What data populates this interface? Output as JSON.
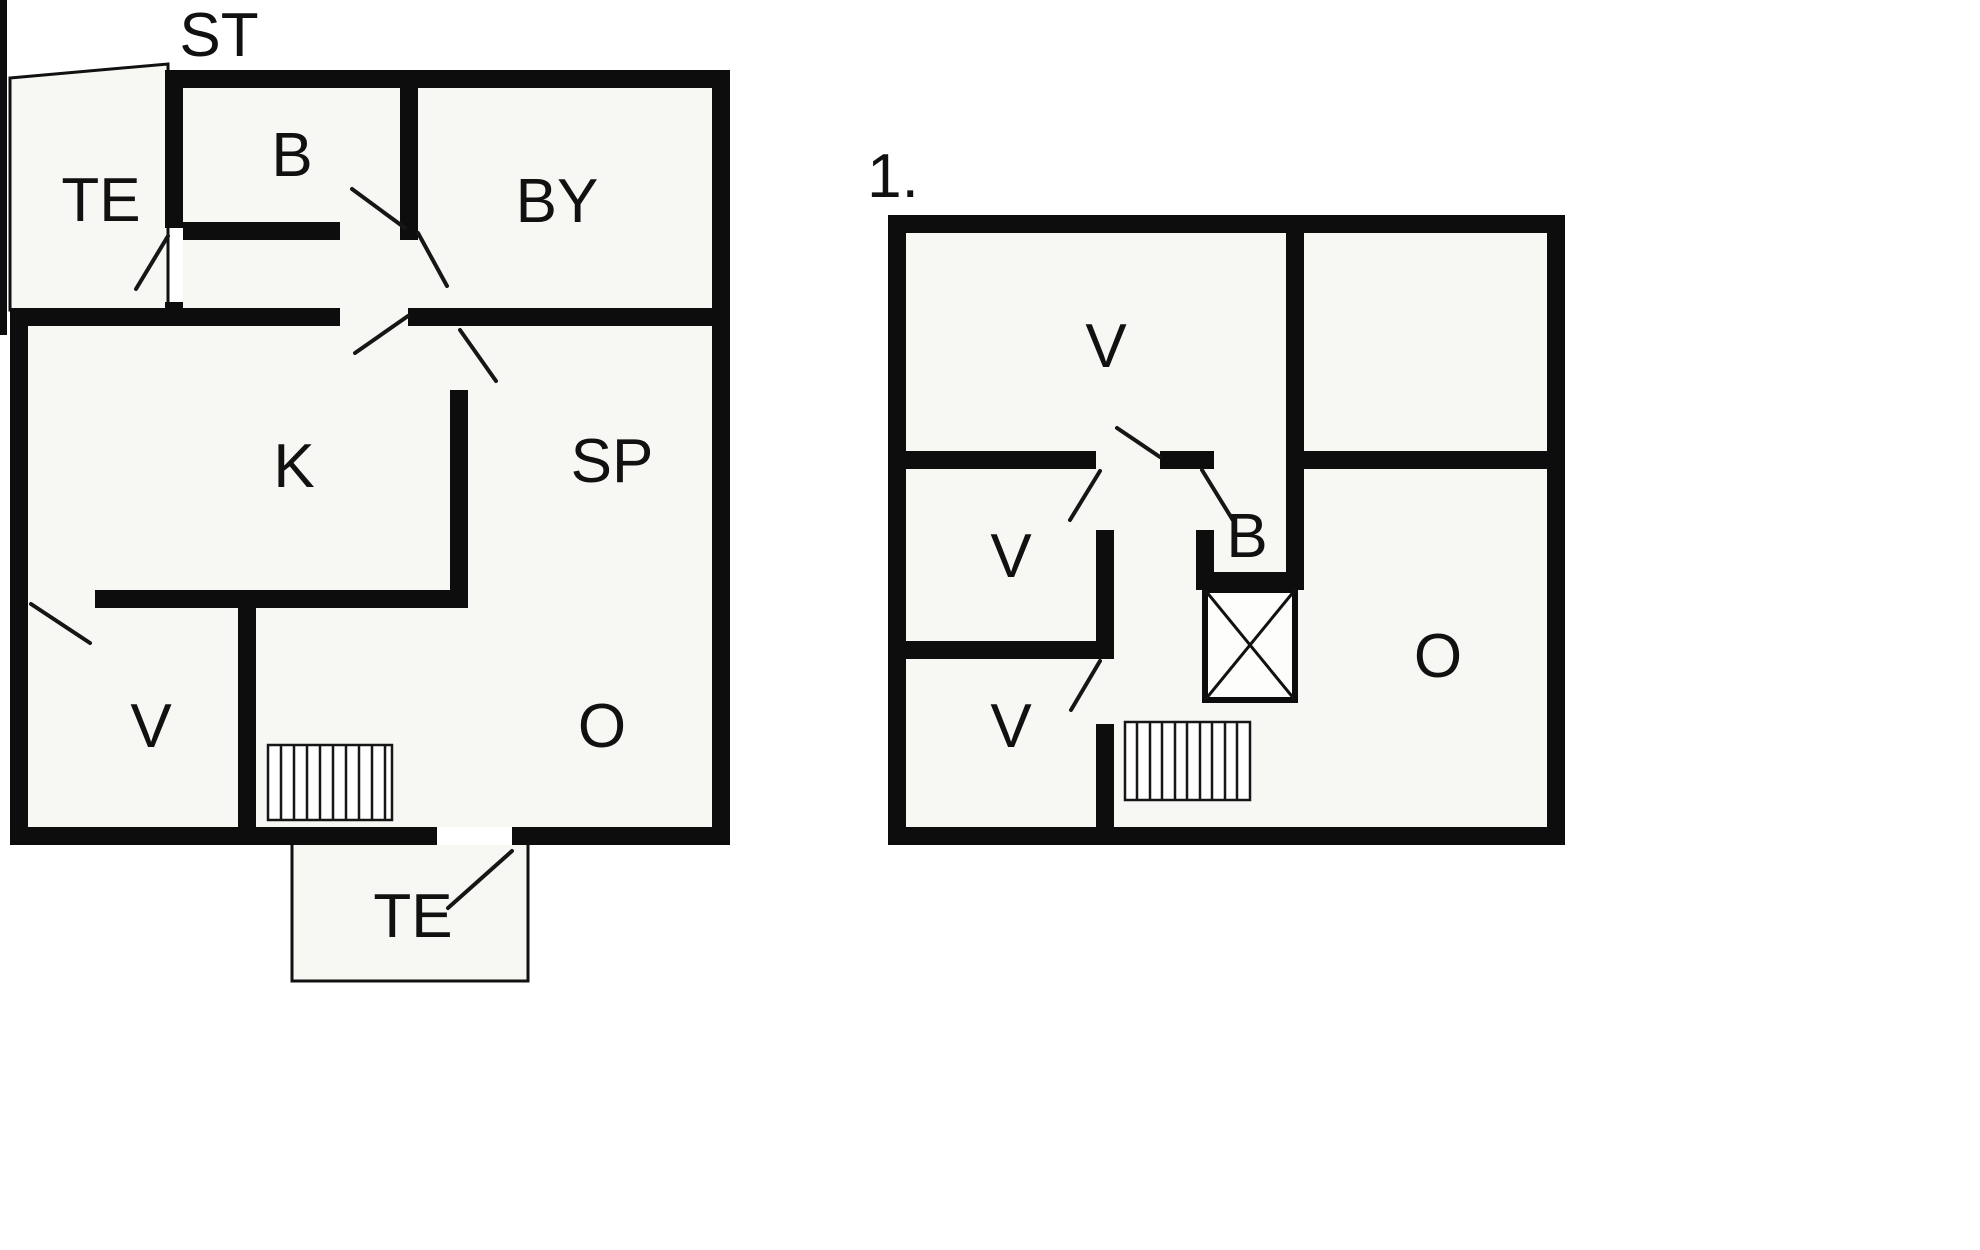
{
  "document": {
    "type": "architectural floor plan, two storeys",
    "colors": {
      "background": "#ffffff",
      "walls": "#0d0d0d",
      "room_fill": "#f7f7f3"
    }
  },
  "floors": [
    {
      "title": "ST",
      "rooms": [
        {
          "label": "TE"
        },
        {
          "label": "B"
        },
        {
          "label": "BY"
        },
        {
          "label": "K"
        },
        {
          "label": "SP"
        },
        {
          "label": "V"
        },
        {
          "label": "O"
        },
        {
          "label": "TE"
        }
      ]
    },
    {
      "title": "1.",
      "rooms": [
        {
          "label": "V"
        },
        {
          "label": "V"
        },
        {
          "label": "V"
        },
        {
          "label": "B"
        },
        {
          "label": "O"
        }
      ]
    }
  ]
}
